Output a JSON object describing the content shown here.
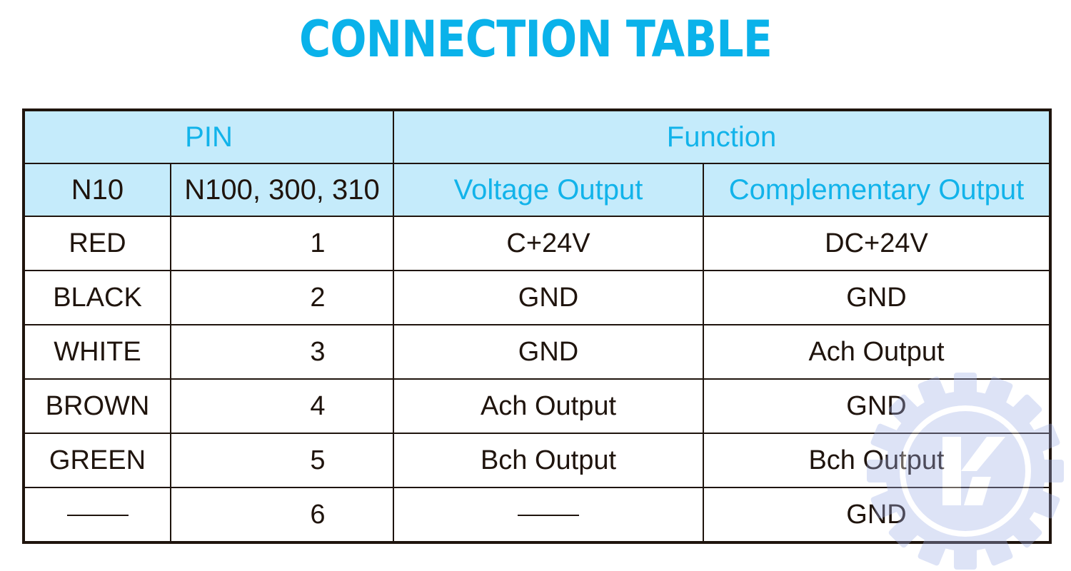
{
  "title": "CONNECTION TABLE",
  "table": {
    "group_headers": {
      "pin": "PIN",
      "function": "Function"
    },
    "sub_headers": {
      "n10": "N10",
      "n100": "N100, 300, 310",
      "voltage": "Voltage Output",
      "complementary": "Complementary Output"
    },
    "rows": [
      {
        "n10": "RED",
        "pin": "1",
        "voltage": "C+24V",
        "complementary": "DC+24V"
      },
      {
        "n10": "BLACK",
        "pin": "2",
        "voltage": "GND",
        "complementary": "GND"
      },
      {
        "n10": "WHITE",
        "pin": "3",
        "voltage": "GND",
        "complementary": "Ach Output"
      },
      {
        "n10": "BROWN",
        "pin": "4",
        "voltage": "Ach Output",
        "complementary": "GND"
      },
      {
        "n10": "GREEN",
        "pin": "5",
        "voltage": "Bch Output",
        "complementary": "Bch Output"
      },
      {
        "n10": "",
        "pin": "6",
        "voltage": "",
        "complementary": "GND"
      }
    ]
  },
  "colors": {
    "title": "#0ab2ea",
    "header_bg": "#c5ebfb",
    "header_text": "#12b3ea",
    "text": "#1f140d"
  },
  "watermark": {
    "icon": "gear-k-logo-icon",
    "letter": "K"
  }
}
